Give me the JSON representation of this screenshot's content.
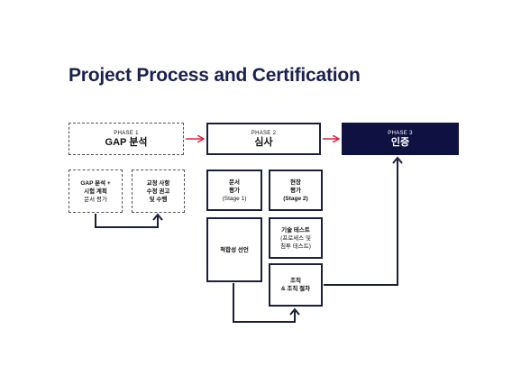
{
  "title": "Project Process and Certification",
  "phases": [
    {
      "label": "PHASE 1",
      "name": "GAP 분석"
    },
    {
      "label": "PHASE 2",
      "name": "심사"
    },
    {
      "label": "PHASE 3",
      "name": "인증"
    }
  ],
  "phase1_steps": [
    {
      "line1": "GAP 분석 +",
      "line2": "시험 계획",
      "line3": "문서 평가"
    },
    {
      "line1": "교정 사항",
      "line2": "수정 권고",
      "line3": "및 수행"
    }
  ],
  "phase2_steps": {
    "doc_review": {
      "line1": "문서",
      "line2": "평가",
      "line3": "(Stage 1)"
    },
    "onsite_review": {
      "line1": "현장",
      "line2": "평가",
      "line3": "(Stage 2)"
    },
    "conformity": {
      "line1": "적합성 선언"
    },
    "tech_test": {
      "line1": "기술 테스트",
      "line2": "(프로세스 및",
      "line3": "침투 테스트)"
    },
    "org_process": {
      "line1": "조직",
      "line2": "& 조직 절차"
    }
  },
  "colors": {
    "navy": "#0f1140",
    "arrow_red": "#e0223a",
    "connector": "#1b1f3a"
  }
}
